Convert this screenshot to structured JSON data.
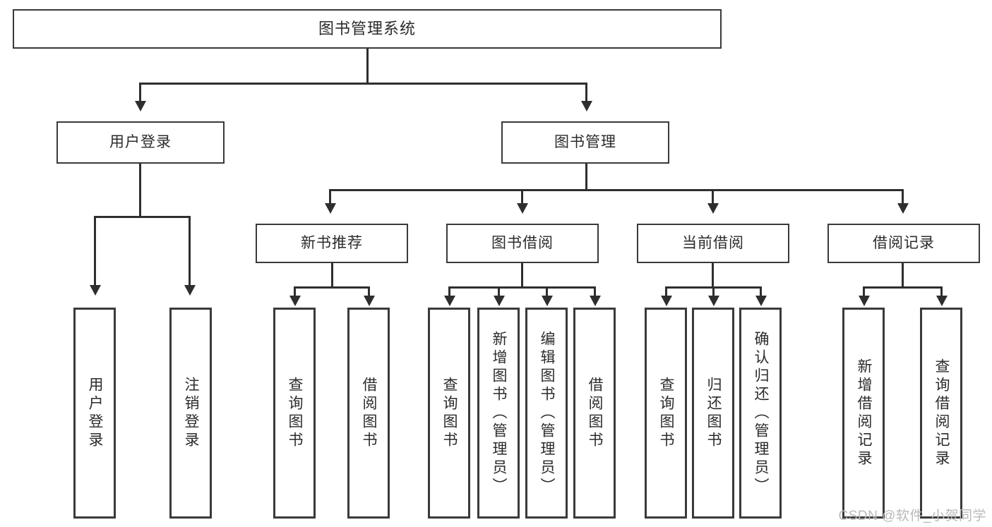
{
  "diagram": {
    "type": "hierarchy-tree",
    "title": "图书管理系统",
    "colors": {
      "background": "#ffffff",
      "box_fill": "#ffffff",
      "box_border": "#3a3a3a",
      "connector": "#2e2e2e",
      "text": "#2b2b2b",
      "watermark": "#b9b9b9"
    },
    "levels": {
      "level1": [
        "图书管理系统"
      ],
      "level2": [
        "用户登录",
        "图书管理"
      ],
      "level3": [
        "新书推荐",
        "图书借阅",
        "当前借阅",
        "借阅记录"
      ],
      "level4": [
        "用户登录",
        "注销登录",
        "查询图书",
        "借阅图书",
        "查询图书",
        "新增图书（管理员）",
        "编辑图书（管理员）",
        "借阅图书",
        "查询图书",
        "归还图书",
        "确认归还（管理员）",
        "新增借阅记录",
        "查询借阅记录"
      ]
    },
    "root": {
      "label": "图书管理系统"
    },
    "branches": [
      {
        "label": "用户登录",
        "children": [
          {
            "label": "用户登录"
          },
          {
            "label": "注销登录"
          }
        ]
      },
      {
        "label": "图书管理",
        "groups": [
          {
            "label": "新书推荐",
            "children": [
              {
                "label": "查询图书"
              },
              {
                "label": "借阅图书"
              }
            ]
          },
          {
            "label": "图书借阅",
            "children": [
              {
                "label": "查询图书"
              },
              {
                "label": "新增图书（管理员）"
              },
              {
                "label": "编辑图书（管理员）"
              },
              {
                "label": "借阅图书"
              }
            ]
          },
          {
            "label": "当前借阅",
            "children": [
              {
                "label": "查询图书"
              },
              {
                "label": "归还图书"
              },
              {
                "label": "确认归还（管理员）"
              }
            ]
          },
          {
            "label": "借阅记录",
            "children": [
              {
                "label": "新增借阅记录"
              },
              {
                "label": "查询借阅记录"
              }
            ]
          }
        ]
      }
    ]
  },
  "watermark": {
    "text": "CSDN @软件_小贺同学"
  }
}
